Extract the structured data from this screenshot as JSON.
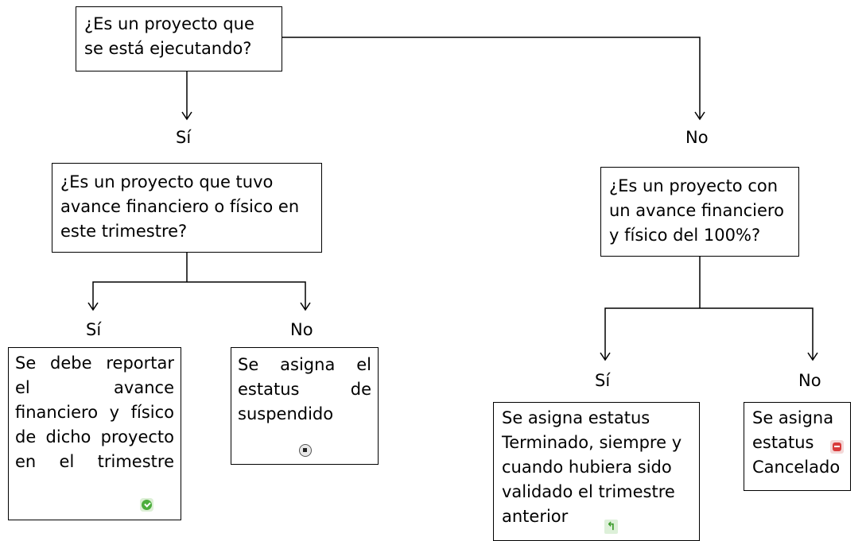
{
  "nodes": {
    "q1": "¿Es un proyecto que se está ejecutando?",
    "q2": "¿Es un proyecto que tuvo avance financiero o físico en este trimestre?",
    "q3": "¿Es un proyecto con un avance financiero y físico del 100%?",
    "r1": "Se debe reportar el avance financiero y físico de dicho proyecto en el trimestre",
    "r2": "Se asigna el estatus de suspendido",
    "r3": "Se asigna estatus Terminado, siempre y cuando hubiera sido validado el trimestre anterior",
    "r4": "Se asigna estatus Cancelado"
  },
  "labels": {
    "yes": "Sí",
    "no": "No"
  },
  "icons": {
    "r1": "green-check-icon",
    "r2": "stop-icon",
    "r3": "green-return-arrow-icon",
    "r4": "red-minus-icon"
  },
  "colors": {
    "check": "#4cae3c",
    "cancel": "#d83b3b"
  }
}
